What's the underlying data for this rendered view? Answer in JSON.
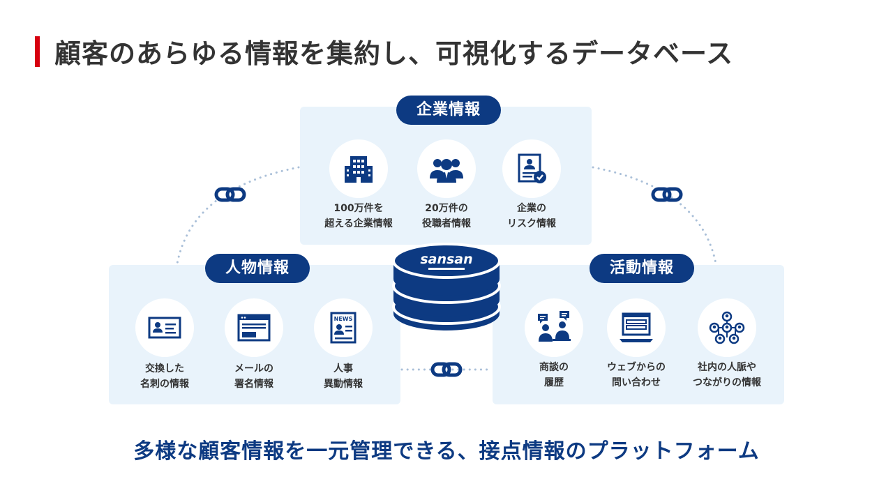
{
  "title": "顧客のあらゆる情報を集約し、可視化するデータベース",
  "center": {
    "logo": "sansan"
  },
  "groups": {
    "company": {
      "label": "企業情報",
      "items": [
        {
          "line1": "100万件を",
          "line2": "超える企業情報",
          "icon": "building-icon"
        },
        {
          "line1": "20万件の",
          "line2": "役職者情報",
          "icon": "executives-icon"
        },
        {
          "line1": "企業の",
          "line2": "リスク情報",
          "icon": "risk-document-icon"
        }
      ]
    },
    "person": {
      "label": "人物情報",
      "items": [
        {
          "line1": "交換した",
          "line2": "名刺の情報",
          "icon": "business-card-icon"
        },
        {
          "line1": "メールの",
          "line2": "署名情報",
          "icon": "email-signature-icon"
        },
        {
          "line1": "人事",
          "line2": "異動情報",
          "icon": "news-icon"
        }
      ]
    },
    "activity": {
      "label": "活動情報",
      "items": [
        {
          "line1": "商談の",
          "line2": "履歴",
          "icon": "meeting-icon"
        },
        {
          "line1": "ウェブからの",
          "line2": "問い合わせ",
          "icon": "web-form-icon"
        },
        {
          "line1": "社内の人脈や",
          "line2": "つながりの情報",
          "icon": "network-icon"
        }
      ]
    }
  },
  "tagline": "多様な顧客情報を一元管理できる、接点情報のプラットフォーム",
  "colors": {
    "navy": "#0d3a82",
    "accent_red": "#d7000f",
    "panel_bg": "#e9f3fb",
    "dotted": "#a9bfd8"
  }
}
